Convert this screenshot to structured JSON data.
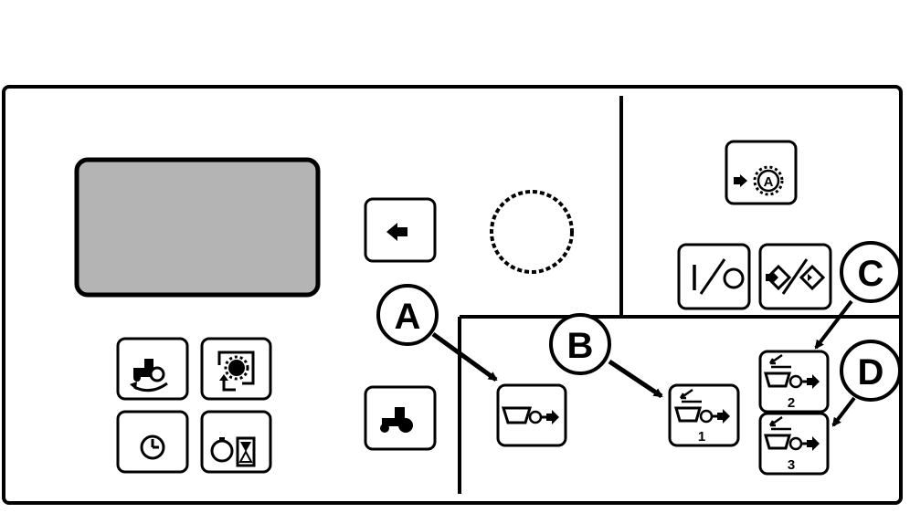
{
  "callouts": {
    "a": "A",
    "b": "B",
    "c": "C",
    "d": "D"
  },
  "button_numbers": {
    "implement_1": "1",
    "implement_2": "2",
    "implement_3": "3"
  },
  "colors": {
    "display": "#b4b4b4",
    "line": "#000000",
    "background": "#ffffff"
  }
}
